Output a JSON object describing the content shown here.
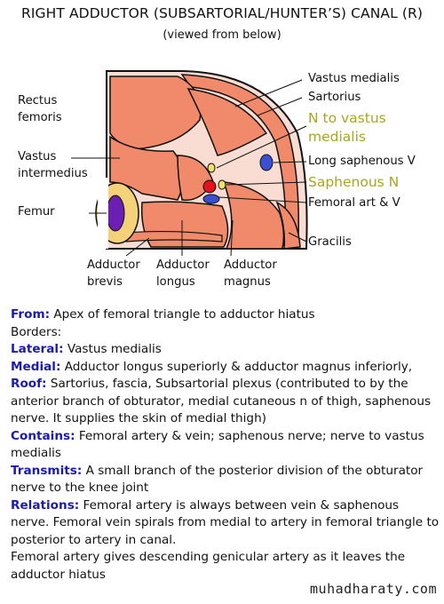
{
  "title": "RIGHT ADDUCTOR (SUBSARTORIAL/HUNTER’S) CANAL (R)",
  "subtitle": "(viewed from below)",
  "labels": {
    "rectus_femoris": "Rectus\nfemoris",
    "vastus_intermedius": "Vastus\nintermedius",
    "femur": "Femur",
    "vastus_medialis": "Vastus medialis",
    "sartorius": "Sartorius",
    "n_to_vastus_medialis": "N to vastus\nmedialis",
    "long_saphenous_v": "Long saphenous V",
    "saphenous_n": "Saphenous N",
    "femoral_art_v": "Femoral art & V",
    "gracilis": "Gracilis",
    "adductor_brevis": "Adductor\nbrevis",
    "adductor_longus": "Adductor\nlongus",
    "adductor_magnus": "Adductor\nmagnus"
  },
  "colors": {
    "muscle": "#f08a6a",
    "muscle_outline": "#111111",
    "fascia": "#f9dcd2",
    "femur_bone": "#f3d27a",
    "marrow": "#6b1fb3",
    "artery": "#e0141a",
    "vein": "#3a4fd1",
    "nerve": "#f0e36a",
    "heading": "#1a1ab0",
    "green_label": "#a9a61e"
  },
  "body": [
    {
      "heading": "From:",
      "text": " Apex of femoral triangle to adductor hiatus"
    },
    {
      "heading": "",
      "text": "Borders:"
    },
    {
      "heading": "Lateral:",
      "text": " Vastus medialis"
    },
    {
      "heading": "Medial:",
      "text": " Adductor longus superiorly & adductor magnus inferiorly,"
    },
    {
      "heading": "Roof:",
      "text": " Sartorius, fascia, Subsartorial plexus (contributed to by the anterior branch of obturator, medial cutaneous n of thigh, saphenous nerve. It supplies the skin of medial thigh)"
    },
    {
      "heading": "Contains:",
      "text": " Femoral artery & vein; saphenous nerve; nerve to vastus medialis"
    },
    {
      "heading": "Transmits:",
      "text": " A small branch of the posterior division of the obturator nerve to the knee joint"
    },
    {
      "heading": "Relations:",
      "text": "  Femoral artery is always between vein & saphenous nerve. Femoral vein spirals from medial to artery in femoral triangle to posterior to artery in canal."
    },
    {
      "heading": "",
      "text": "Femoral artery gives descending genicular artery as it leaves the adductor hiatus"
    }
  ],
  "watermark": "muhadharaty.com"
}
